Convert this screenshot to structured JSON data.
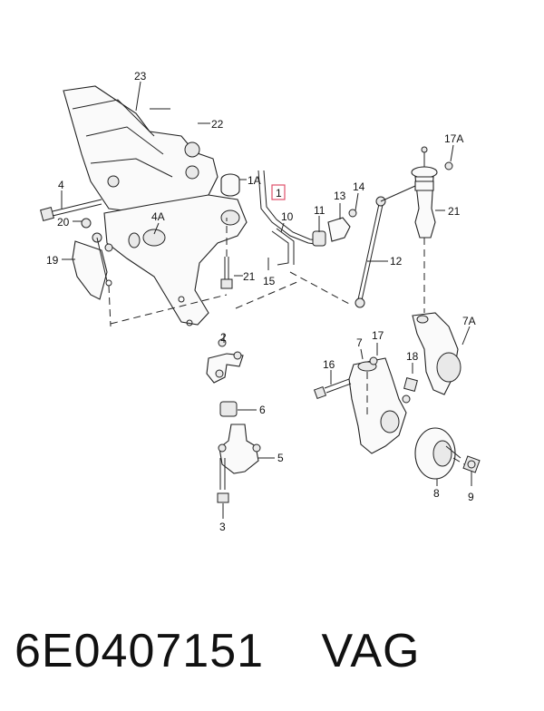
{
  "callouts": {
    "c23": "23",
    "c22": "22",
    "c1A": "1A",
    "c1": "1",
    "c4": "4",
    "c4A": "4A",
    "c20": "20",
    "c19": "19",
    "c21a": "21",
    "c10": "10",
    "c11": "11",
    "c13": "13",
    "c14": "14",
    "c15": "15",
    "c12": "12",
    "c17A": "17A",
    "c21b": "21",
    "c7A": "7A",
    "c2": "2",
    "c7": "7",
    "c17": "17",
    "c18": "18",
    "c16": "16",
    "c6": "6",
    "c5": "5",
    "c3": "3",
    "c8": "8",
    "c9": "9"
  },
  "highlight_color": "#e0506a",
  "footer": {
    "part_number": "6E0407151",
    "brand": "VAG"
  }
}
